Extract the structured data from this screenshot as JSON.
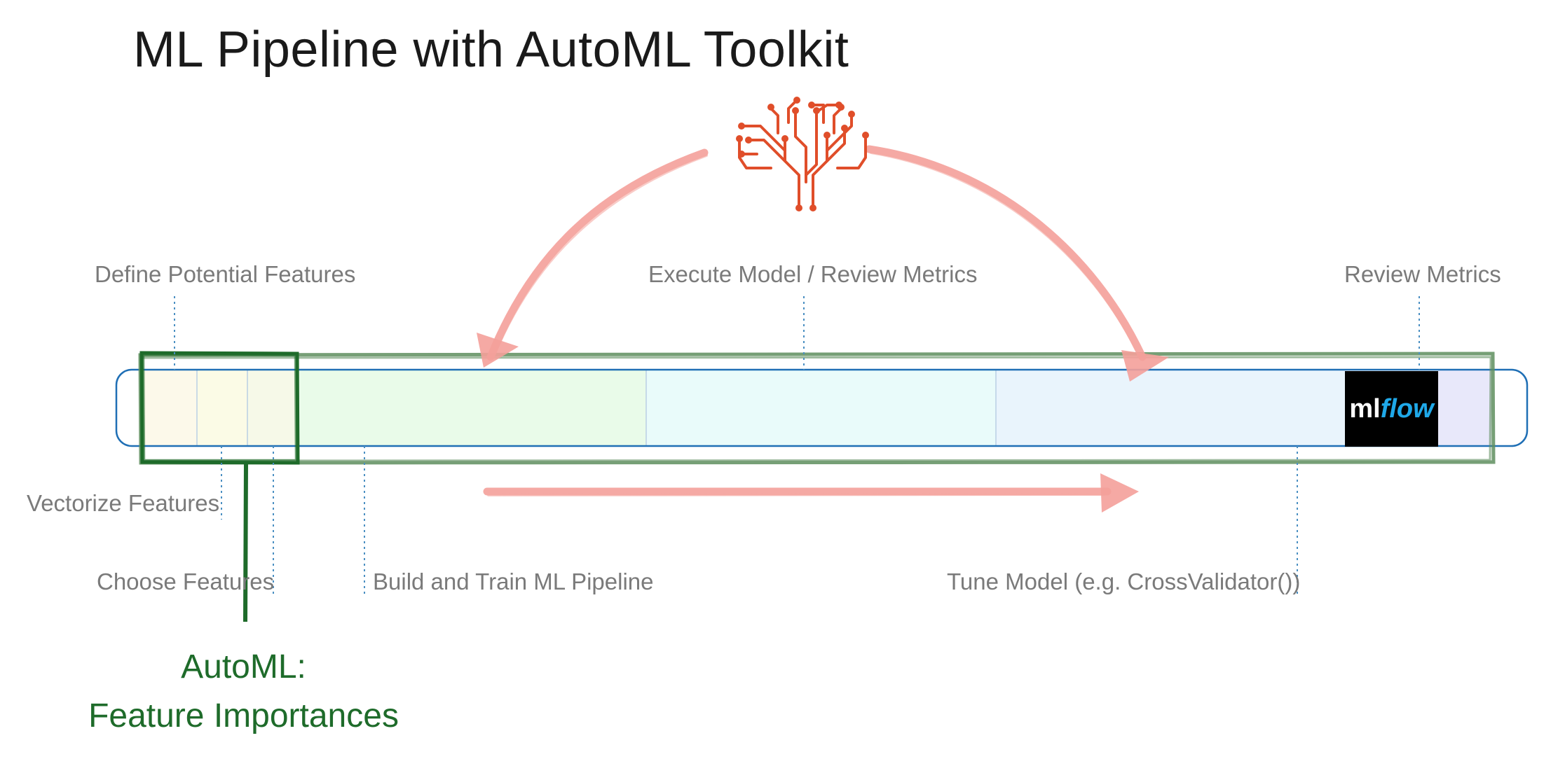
{
  "title": "ML Pipeline with AutoML Toolkit",
  "labels": {
    "define_features": "Define Potential Features",
    "execute_model": "Execute Model / Review Metrics",
    "review_metrics": "Review Metrics",
    "vectorize_features": "Vectorize Features",
    "choose_features": "Choose Features",
    "build_train": "Build and Train ML Pipeline",
    "tune_model": "Tune Model (e.g. CrossValidator())"
  },
  "automl": {
    "line1": "AutoML:",
    "line2": "Feature Importances"
  },
  "logo": {
    "ml": "ml",
    "flow": "flow"
  },
  "icons": {
    "top": "circuit-brain-icon"
  },
  "colors": {
    "title": "#1a1a1a",
    "label": "#7a7a7a",
    "arrow": "#f4a09a",
    "green_frame": "#5f8f5f",
    "dark_green": "#1e6b2a",
    "pipeline_border": "#1f6fb5",
    "dotted": "#4a8fc2",
    "brain": "#e04e2a"
  }
}
